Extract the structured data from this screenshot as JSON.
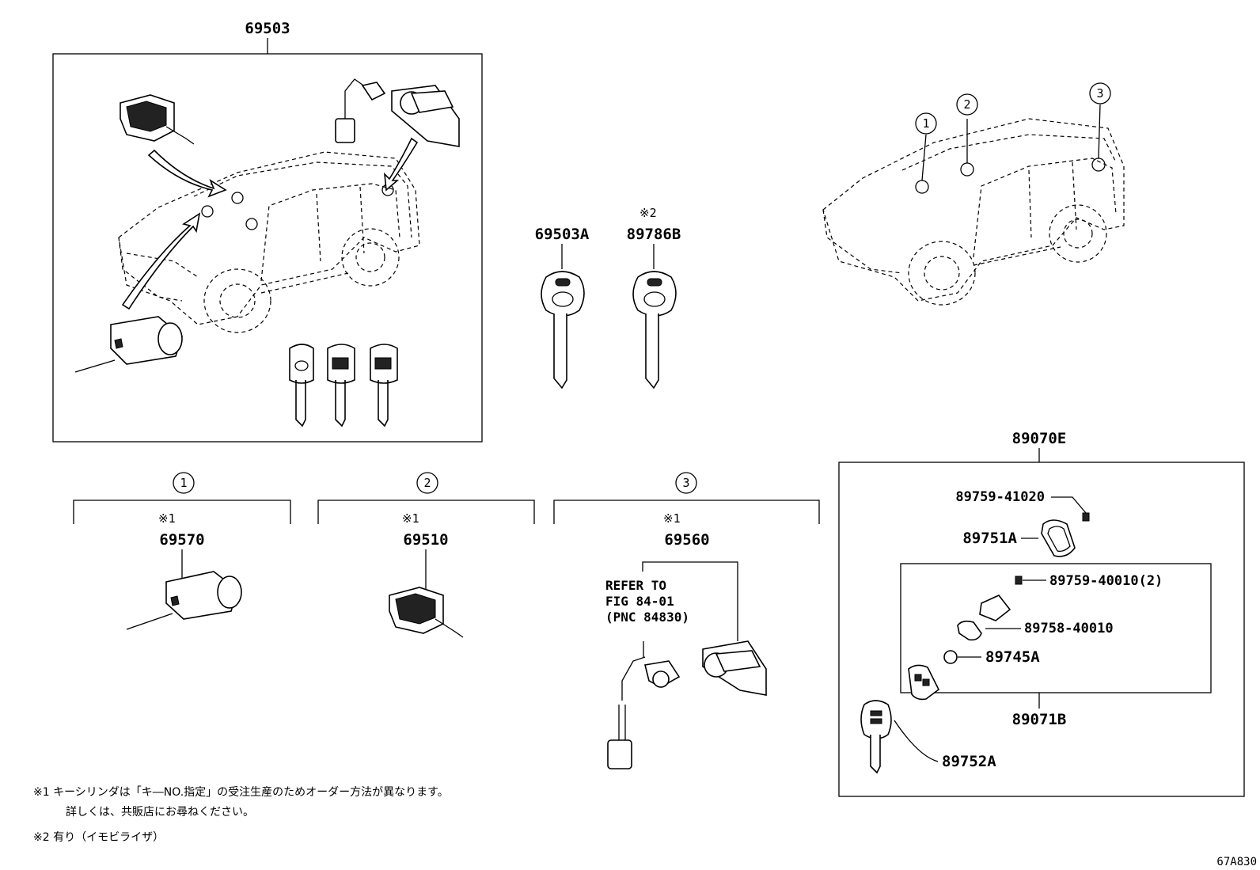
{
  "assembly": {
    "main_label": "69503",
    "remote_label": "89070E",
    "remote_sub_label": "89071B"
  },
  "keys": [
    {
      "mark": "",
      "label": "69503A"
    },
    {
      "mark": "※2",
      "label": "89786B"
    }
  ],
  "locations": [
    "1",
    "2",
    "3"
  ],
  "cylinders": [
    {
      "circle": "1",
      "mark": "※1",
      "label": "69570"
    },
    {
      "circle": "2",
      "mark": "※1",
      "label": "69510"
    },
    {
      "circle": "3",
      "mark": "※1",
      "label": "69560"
    }
  ],
  "refer": {
    "line1": "REFER TO",
    "line2": "FIG 84-01",
    "line3": "(PNC 84830)"
  },
  "remote_parts": {
    "screw_top": "89759-41020",
    "cover": "89751A",
    "screw": "89759-40010(2)",
    "gasket": "89758-40010",
    "battery": "89745A",
    "key_body": "89752A"
  },
  "notes": {
    "note1_line1": "※1 キーシリンダは「キ―NO.指定」の受注生産のためオーダー方法が異なります。",
    "note1_line2": "詳しくは、共販店にお尋ねください。",
    "note2": "※2 有り（イモビライザ）"
  },
  "figure_id": "67A830"
}
